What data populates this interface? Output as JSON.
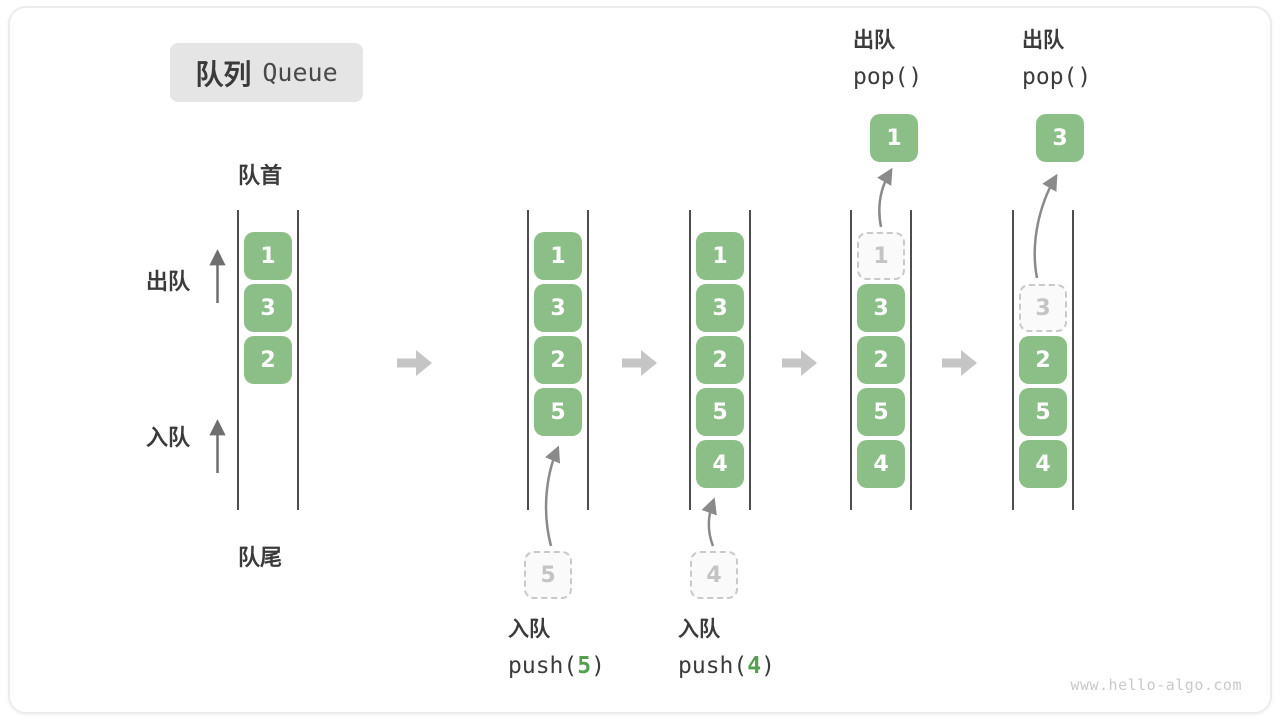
{
  "title": {
    "zh": "队列",
    "en": "Queue"
  },
  "watermark": "www.hello-algo.com",
  "labels": {
    "front": "队首",
    "rear": "队尾",
    "dequeue": "出队",
    "enqueue": "入队"
  },
  "ops": {
    "push5": {
      "label": "入队",
      "pre": "push(",
      "arg": "5",
      "post": ")"
    },
    "push4": {
      "label": "入队",
      "pre": "push(",
      "arg": "4",
      "post": ")"
    },
    "popA": {
      "label": "出队",
      "code": "pop()"
    },
    "popB": {
      "label": "出队",
      "code": "pop()"
    }
  },
  "states": {
    "s1": {
      "cells": [
        "1",
        "3",
        "2"
      ]
    },
    "s2": {
      "cells": [
        "1",
        "3",
        "2",
        "5"
      ],
      "incoming": "5"
    },
    "s3": {
      "cells": [
        "1",
        "3",
        "2",
        "5",
        "4"
      ],
      "incoming": "4"
    },
    "s4": {
      "ghost": "1",
      "cells": [
        "3",
        "2",
        "5",
        "4"
      ],
      "popped": "1"
    },
    "s5": {
      "ghost": "3",
      "cells": [
        "2",
        "5",
        "4"
      ],
      "popped": "3"
    }
  },
  "colors": {
    "box_green": "#8CBE87",
    "digit_green": "#55A050",
    "block_arrow_gray": "#C5C5C5",
    "curve_arrow_gray": "#8A8A8A",
    "wall_dark": "#4D4D4D",
    "title_bg": "#E5E5E5",
    "text_dark": "#3B3B3B",
    "ghost_border": "#C9C9C9",
    "watermark_gray": "#C9C9C9"
  }
}
